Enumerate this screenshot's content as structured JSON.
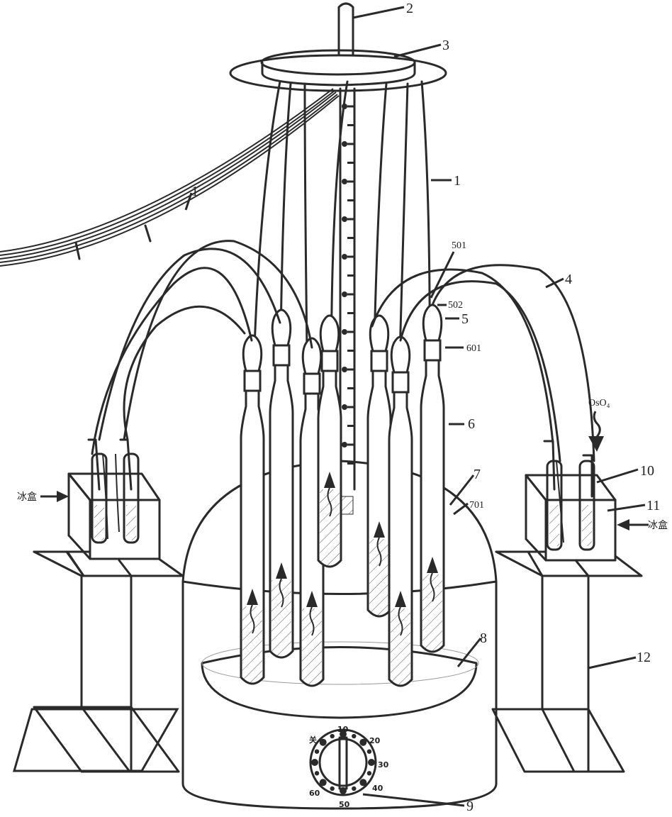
{
  "figure": {
    "labels": {
      "l1_cable": "1",
      "l1_fibers": "1",
      "l2": "2",
      "l3": "3",
      "l4": "4",
      "l5": "5",
      "l501": "501",
      "l502": "502",
      "l601": "601",
      "l6": "6",
      "l7": "7",
      "l701": "701",
      "l8": "8",
      "l9": "9",
      "l10": "10",
      "l11": "11",
      "l12": "12",
      "osmium": "OsO₄"
    },
    "ice_box_left": "冰盒",
    "ice_box_right": "冰盒",
    "timer_dial": {
      "off_label": "关",
      "marks": [
        "10",
        "20",
        "30",
        "40",
        "50",
        "60"
      ]
    }
  }
}
